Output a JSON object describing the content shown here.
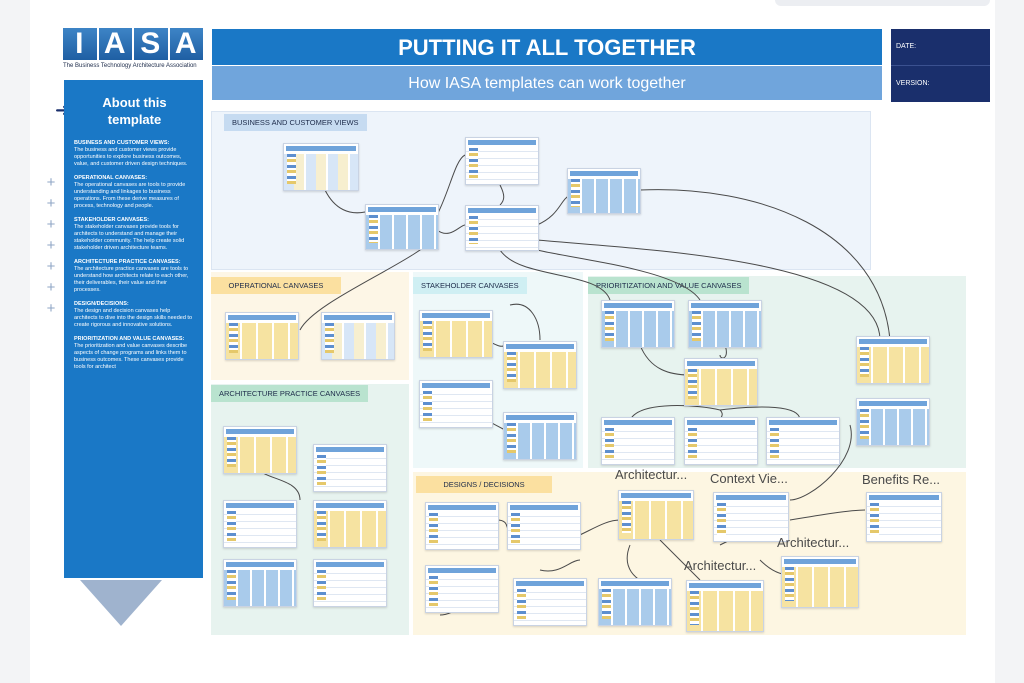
{
  "logo": {
    "letters": [
      "I",
      "A",
      "S",
      "A"
    ],
    "tagline": "The Business Technology Architecture Association"
  },
  "header": {
    "title": "PUTTING IT ALL TOGETHER",
    "subtitle": "How IASA templates can work together",
    "date_label": "DATE:",
    "version_label": "VERSION:"
  },
  "panel": {
    "title_line1": "About this",
    "title_line2": "template",
    "sections": [
      {
        "heading": "BUSINESS AND CUSTOMER VIEWS:",
        "text": "The business and customer views provide opportunities to explore business outcomes, value, and customer driven design techniques."
      },
      {
        "heading": "OPERATIONAL CANVASES:",
        "text": "The operational canvases are tools to provide understanding and linkages to business operations. From these derive measures of process, technology and people."
      },
      {
        "heading": "STAKEHOLDER CANVASES:",
        "text": "The stakeholder canvases provide tools for architects to understand and manage their stakeholder community. The help create solid stakeholder driven architecture teams."
      },
      {
        "heading": "ARCHITECTURE PRACTICE CANVASES:",
        "text": "The architecture practice canvases are tools to understand how architects relate to each other, their deliverables, their value and their processes."
      },
      {
        "heading": "DESIGN/DECISIONS:",
        "text": "The design and decision canvases help architects to dive into the design skills needed to create rigorous and innovative solutions."
      },
      {
        "heading": "PRIORITIZATION AND VALUE CANVASES:",
        "text": "The prioritization and value canvases describe aspects of change programs and links them to business outcomes. These canvases provide tools for architect"
      }
    ]
  },
  "sections": {
    "business": "BUSINESS AND CUSTOMER VIEWS",
    "operational": "OPERATIONAL CANVASES",
    "stakeholder": "STAKEHOLDER CANVASES",
    "prioritization": "PRIORITIZATION AND VALUE CANVASES",
    "architecture": "ARCHITECTURE PRACTICE CANVASES",
    "designs": "DESIGNS / DECISIONS"
  },
  "floating_labels": {
    "architecture_1": "Architectur...",
    "context_view": "Context Vie...",
    "benefits": "Benefits Re...",
    "architecture_2": "Architectur...",
    "architecture_3": "Architectur..."
  },
  "colors": {
    "title_bar": "#1a78c6",
    "subtitle_bar": "#70a5dc",
    "meta_box": "#1a2f6c",
    "panel": "#1a78c6",
    "business_bg": "#eef4fb",
    "operational_bg": "#fdf6e6",
    "prioritization_bg": "#e7f3ef",
    "designs_bg": "#fdf6e2"
  }
}
